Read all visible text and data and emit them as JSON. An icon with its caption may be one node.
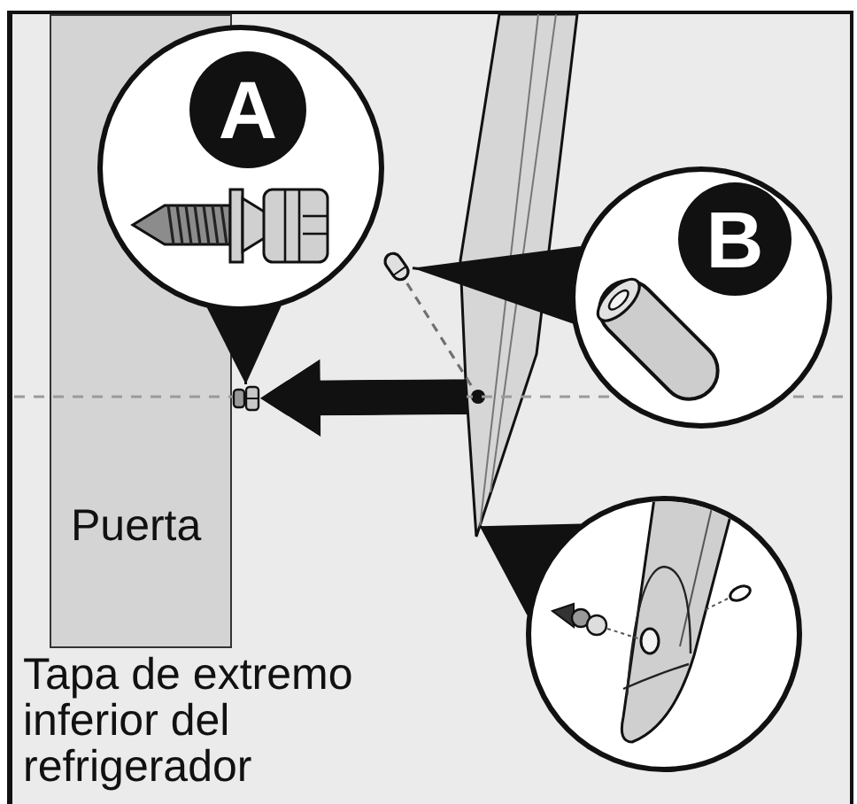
{
  "diagram": {
    "nodes": [
      {
        "text": [
          "A"
        ]
      },
      {
        "text": [
          "B"
        ]
      },
      {
        "text": [],
        "shape": "circle"
      },
      {
        "text": [
          "Puerta"
        ]
      },
      {
        "text": [],
        "shape": "picture"
      },
      {
        "text": [],
        "shape": "box"
      },
      {
        "text": [],
        "shape": "bar"
      },
      {
        "text": [],
        "shape": "circle",
        "in": 6
      }
    ],
    "edges": [
      {
        "from": 0,
        "to": 4,
        "arrow": "to"
      },
      {
        "from": 1,
        "to": 5,
        "arrow": "to"
      },
      {
        "from": 2,
        "to": 6,
        "arrow": "to"
      },
      {
        "from": 5,
        "to": 7,
        "arrow": "none",
        "style": "dashed",
        "color": "#707070"
      },
      {
        "from": 6,
        "to": 4,
        "arrow": "to",
        "style": "thick"
      }
    ],
    "labels": [
      "Tapa de extremo inferior del refrigerador"
    ]
  }
}
